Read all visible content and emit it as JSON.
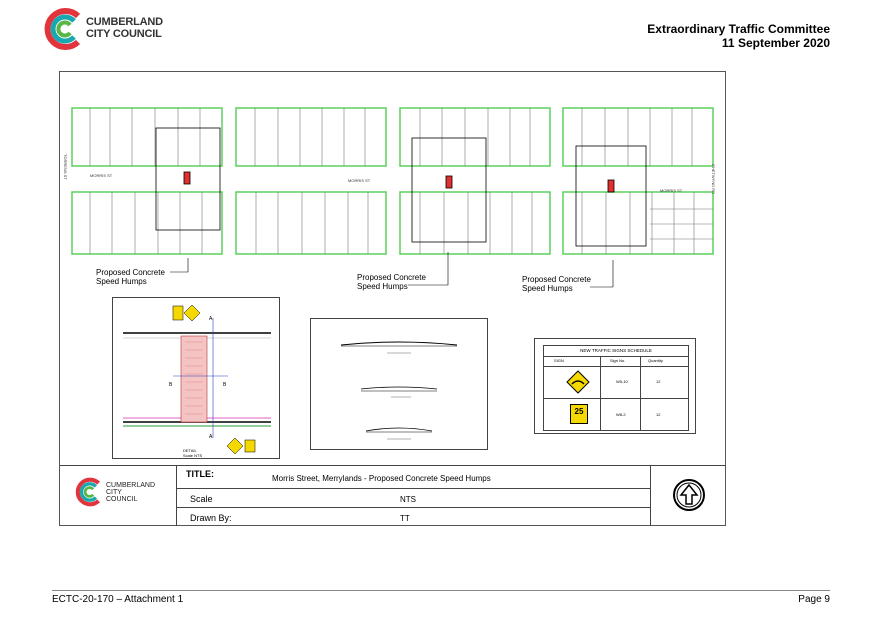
{
  "header": {
    "council_line1": "CUMBERLAND",
    "council_line2": "CITY COUNCIL",
    "committee": "Extraordinary Traffic Committee",
    "date": "11 September 2020"
  },
  "map": {
    "street_label": "MORRIS ST",
    "street_label_alt": "MORRIS ST",
    "cross_street_left": "TORRENS ST",
    "cross_street_right": "CHETWYND RD",
    "callouts": [
      {
        "line1": "Proposed Concrete",
        "line2": "Speed Humps"
      },
      {
        "line1": "Proposed Concrete",
        "line2": "Speed Humps"
      },
      {
        "line1": "Proposed Concrete",
        "line2": "Speed Humps"
      }
    ]
  },
  "detail": {
    "scale_note_line1": "DETAIL",
    "scale_note_line2": "Scale NTS",
    "section_a": "A",
    "section_b": "B"
  },
  "signs": {
    "table_title": "NEW TRAFFIC SIGNS SCHEDULE",
    "columns": [
      "SIGN",
      "Sign No.",
      "Quantity"
    ],
    "rows": [
      {
        "sign_no": "W5-10",
        "qty": "12"
      },
      {
        "sign_no": "W8-2",
        "qty": "12"
      }
    ],
    "speed_value": "25"
  },
  "title_block": {
    "council_line1": "CUMBERLAND",
    "council_line2": "CITY",
    "council_line3": "COUNCIL",
    "title_label": "TITLE:",
    "title_value": "Morris Street, Merrylands - Proposed Concrete Speed Humps",
    "scale_label": "Scale",
    "scale_value": "NTS",
    "drawn_label": "Drawn By:",
    "drawn_value": "TT"
  },
  "footer": {
    "attachment": "ECTC-20-170 – Attachment 1",
    "page": "Page 9"
  },
  "colors": {
    "lot_green": "#5bd05b",
    "hump_red": "#e03030",
    "logo_red": "#e2343c",
    "logo_teal": "#18a8b0",
    "logo_green": "#5ab646",
    "sign_yellow": "#f5d800"
  }
}
